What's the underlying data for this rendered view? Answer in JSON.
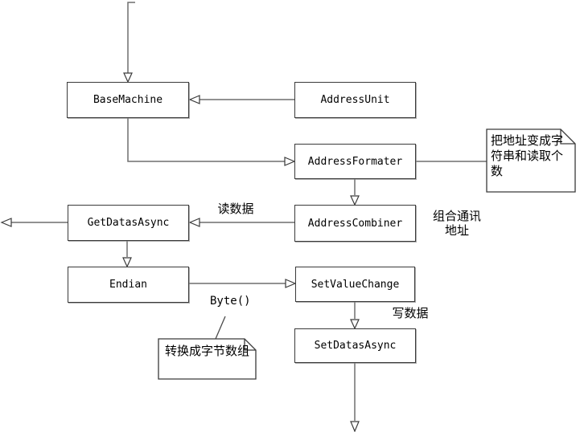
{
  "diagram": {
    "nodes": {
      "base_machine": {
        "label": "BaseMachine"
      },
      "address_unit": {
        "label": "AddressUnit"
      },
      "address_formater": {
        "label": "AddressFormater"
      },
      "get_datas_async": {
        "label": "GetDatasAsync"
      },
      "address_combiner": {
        "label": "AddressCombiner"
      },
      "endian": {
        "label": "Endian"
      },
      "set_value_change": {
        "label": "SetValueChange"
      },
      "set_datas_async": {
        "label": "SetDatasAsync"
      }
    },
    "notes": {
      "address_note": {
        "text": "把地址变成字符串和读取个数"
      },
      "byte_note": {
        "text": "转换成字节数组"
      }
    },
    "edge_labels": {
      "read_data": "读数据",
      "combine_address_line1": "组合通讯",
      "combine_address_line2": "地址",
      "byte_call": "Byte()",
      "write_data": "写数据"
    },
    "colors": {
      "background": "#ffffff",
      "connector_line": "#6f6f6f",
      "box_border": "#3a3a3a",
      "arrowhead_fill": "#ffffff",
      "text": "#000000"
    }
  }
}
